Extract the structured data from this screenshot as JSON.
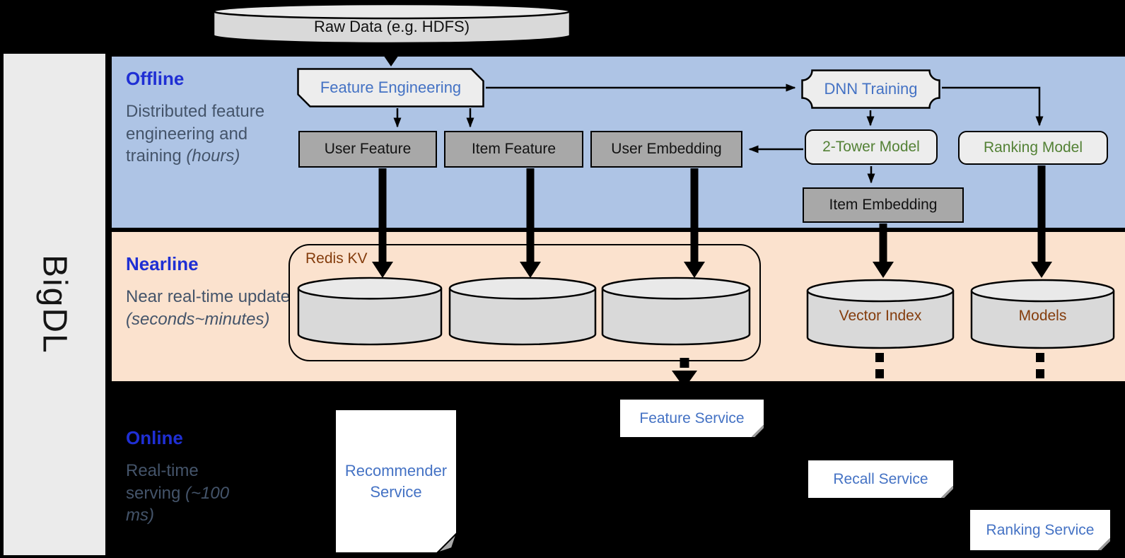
{
  "brand": "BigDL",
  "raw_data_label": "Raw Data (e.g. HDFS)",
  "sections": {
    "offline": {
      "title": "Offline",
      "desc": "Distributed feature engineering and training",
      "note": "(hours)"
    },
    "nearline": {
      "title": "Nearline",
      "desc": "Near real-time update",
      "note": "(seconds~minutes)"
    },
    "online": {
      "title": "Online",
      "desc": "Real-time serving",
      "note": "(~100 ms)"
    }
  },
  "nodes": {
    "feature_engineering": "Feature Engineering",
    "dnn_training": "DNN Training",
    "user_feature": "User Feature",
    "item_feature": "Item Feature",
    "user_embedding": "User Embedding",
    "two_tower_model": "2-Tower Model",
    "ranking_model": "Ranking Model",
    "item_embedding": "Item Embedding",
    "redis_kv": "Redis KV",
    "vector_index": "Vector Index",
    "models": "Models",
    "feature_service": "Feature Service",
    "recommender_service": "Recommender Service",
    "recall_service": "Recall Service",
    "ranking_service": "Ranking Service"
  },
  "colors": {
    "offline_band": "#aec4e5",
    "nearline_band": "#fbe2ce",
    "online_bg": "#000000",
    "sidebar_bg": "#ebebeb",
    "title_blue": "#1f2fd4",
    "desc_gray": "#44546a",
    "label_blue": "#4472c4",
    "label_green": "#538135",
    "label_brown": "#843c0c",
    "box_gray": "#a8a8a8",
    "shape_light": "#ededed",
    "cylinder_fill": "#d9d9d9"
  }
}
